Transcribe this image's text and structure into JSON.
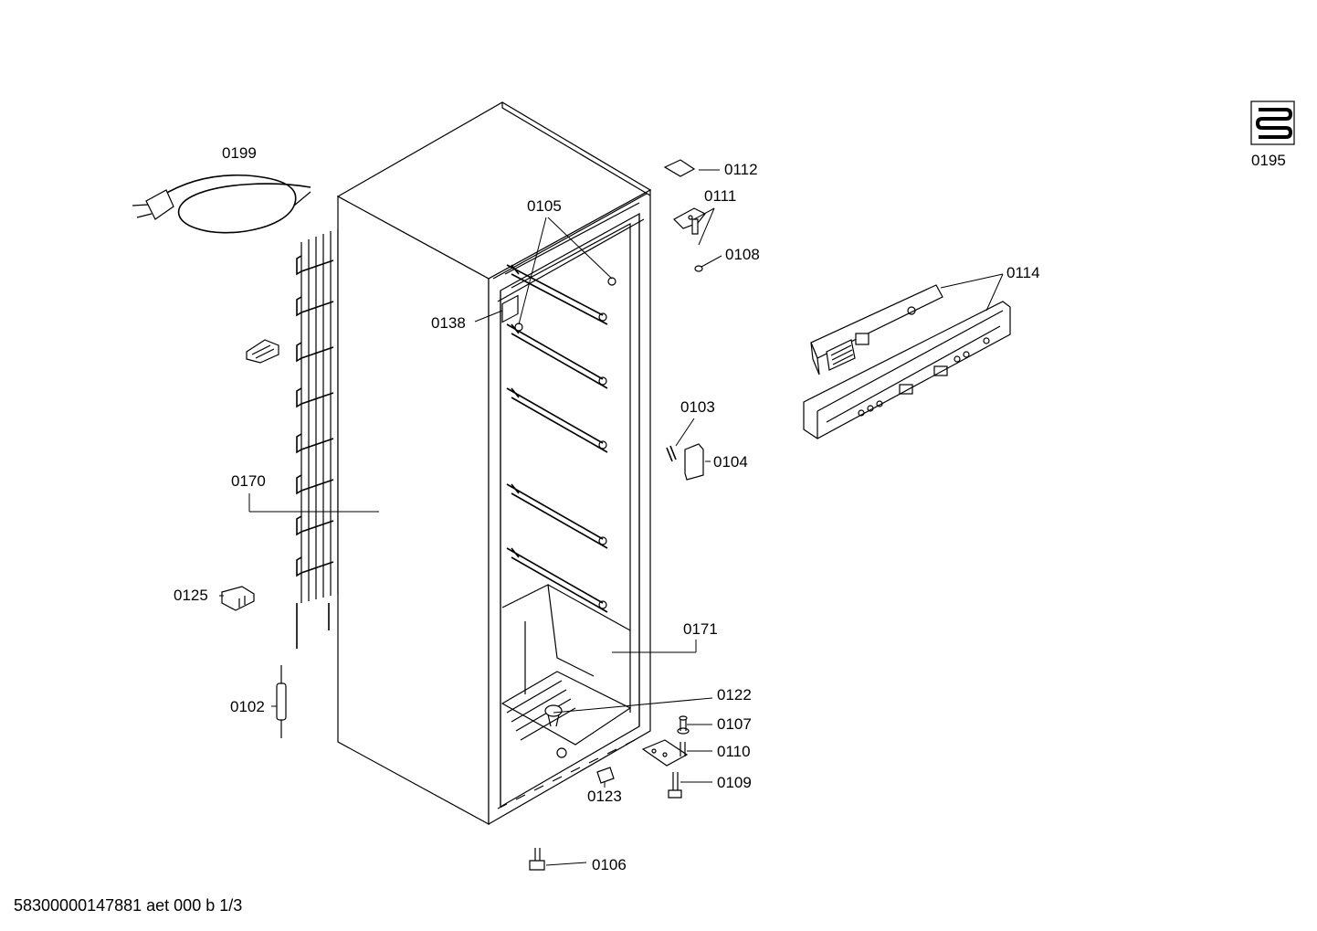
{
  "diagram": {
    "part_labels": {
      "p0199": "0199",
      "p0105": "0105",
      "p0112": "0112",
      "p0111": "0111",
      "p0108": "0108",
      "p0195": "0195",
      "p0114": "0114",
      "p0138": "0138",
      "p0103": "0103",
      "p0104": "0104",
      "p0170": "0170",
      "p0125": "0125",
      "p0171": "0171",
      "p0102": "0102",
      "p0122": "0122",
      "p0107": "0107",
      "p0110": "0110",
      "p0109": "0109",
      "p0123": "0123",
      "p0106": "0106"
    },
    "footer_code": "58300000147881 aet 000 b 1/3"
  }
}
